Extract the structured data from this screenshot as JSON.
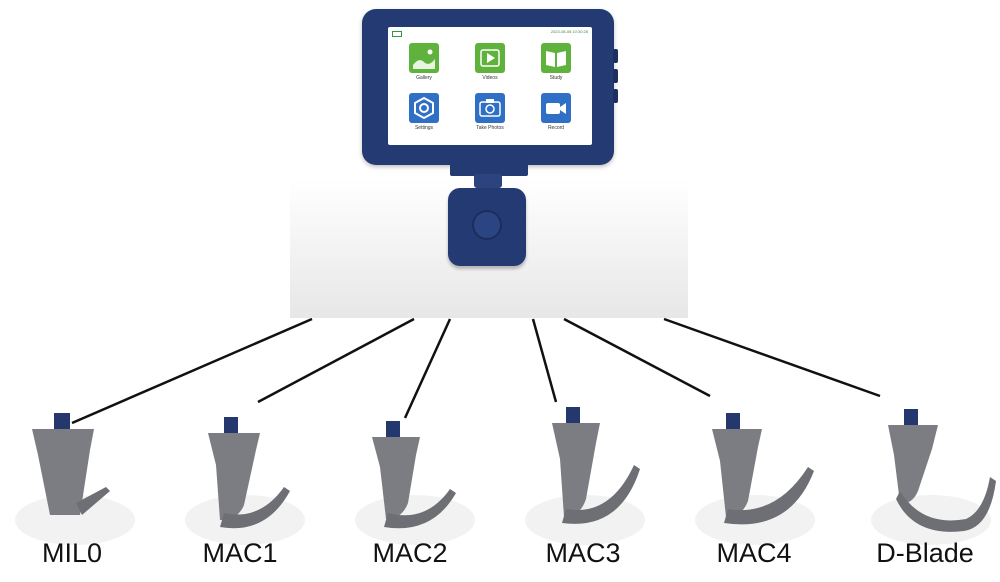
{
  "device": {
    "status_datetime": "2023-08-08 10:30:28",
    "apps": [
      {
        "label": "Gallery",
        "icon": "gallery-icon",
        "color": "#5fb33d"
      },
      {
        "label": "Videos",
        "icon": "play-icon",
        "color": "#5fb33d"
      },
      {
        "label": "Study",
        "icon": "book-icon",
        "color": "#5fb33d"
      },
      {
        "label": "Settings",
        "icon": "gear-icon",
        "color": "#2f6fc6"
      },
      {
        "label": "Take Photos",
        "icon": "camera-icon",
        "color": "#2f6fc6"
      },
      {
        "label": "Record",
        "icon": "video-camera-icon",
        "color": "#2f6fc6"
      }
    ]
  },
  "blades": [
    {
      "label": "MIL0"
    },
    {
      "label": "MAC1"
    },
    {
      "label": "MAC2"
    },
    {
      "label": "MAC3"
    },
    {
      "label": "MAC4"
    },
    {
      "label": "D-Blade"
    }
  ],
  "colors": {
    "device": "#243a73",
    "blade": "#7b7d82",
    "connector": "#111111"
  }
}
